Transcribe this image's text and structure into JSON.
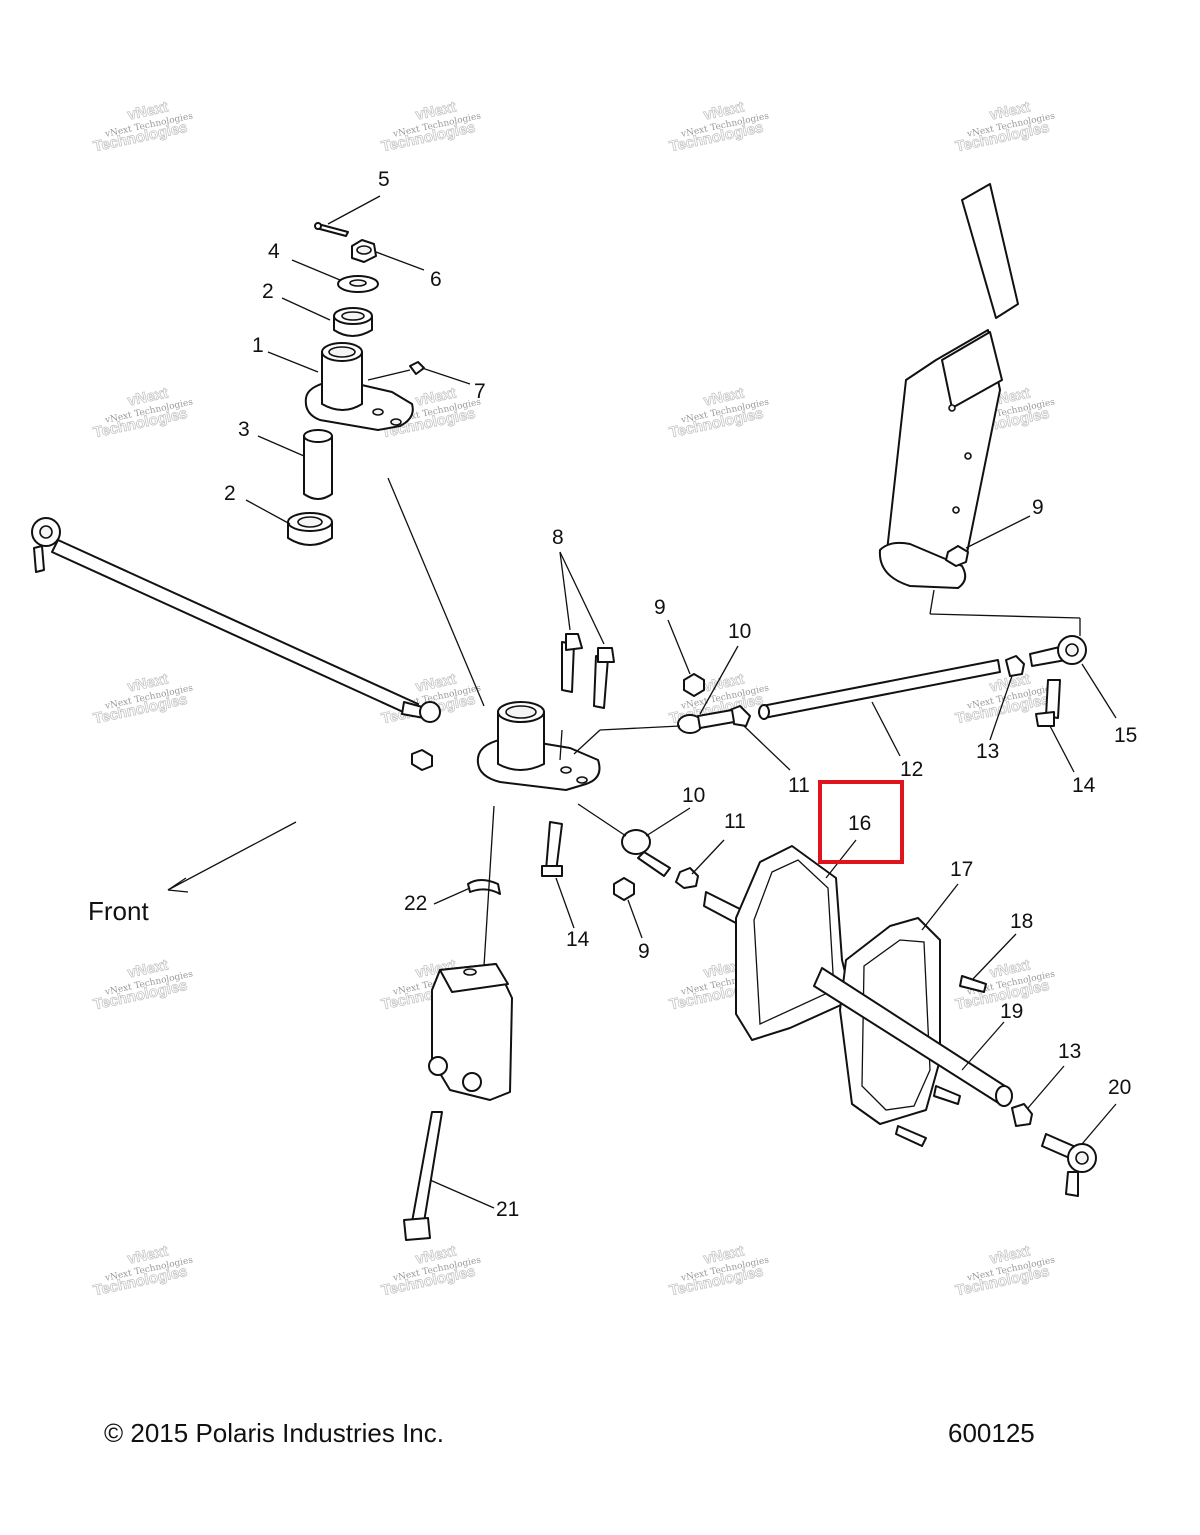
{
  "diagram": {
    "front_label": "Front",
    "copyright": "© 2015 Polaris Industries Inc.",
    "figure_number": "600125",
    "watermark": {
      "line1": "vNext Technologies",
      "line2": "vNext",
      "line3": "Technologies"
    },
    "highlighted_callout": "16",
    "highlight_color": "#e0141c",
    "callouts": [
      {
        "id": "c5",
        "text": "5"
      },
      {
        "id": "c4",
        "text": "4"
      },
      {
        "id": "c6",
        "text": "6"
      },
      {
        "id": "c2a",
        "text": "2"
      },
      {
        "id": "c1",
        "text": "1"
      },
      {
        "id": "c7",
        "text": "7"
      },
      {
        "id": "c3",
        "text": "3"
      },
      {
        "id": "c2b",
        "text": "2"
      },
      {
        "id": "c8",
        "text": "8"
      },
      {
        "id": "c9a",
        "text": "9"
      },
      {
        "id": "c10a",
        "text": "10"
      },
      {
        "id": "c9b",
        "text": "9"
      },
      {
        "id": "c15",
        "text": "15"
      },
      {
        "id": "c13a",
        "text": "13"
      },
      {
        "id": "c14a",
        "text": "14"
      },
      {
        "id": "c11a",
        "text": "11"
      },
      {
        "id": "c12",
        "text": "12"
      },
      {
        "id": "c10b",
        "text": "10"
      },
      {
        "id": "c11b",
        "text": "11"
      },
      {
        "id": "c16",
        "text": "16"
      },
      {
        "id": "c17",
        "text": "17"
      },
      {
        "id": "c18",
        "text": "18"
      },
      {
        "id": "c19",
        "text": "19"
      },
      {
        "id": "c22",
        "text": "22"
      },
      {
        "id": "c14b",
        "text": "14"
      },
      {
        "id": "c9c",
        "text": "9"
      },
      {
        "id": "c13b",
        "text": "13"
      },
      {
        "id": "c20",
        "text": "20"
      },
      {
        "id": "c21",
        "text": "21"
      }
    ]
  }
}
